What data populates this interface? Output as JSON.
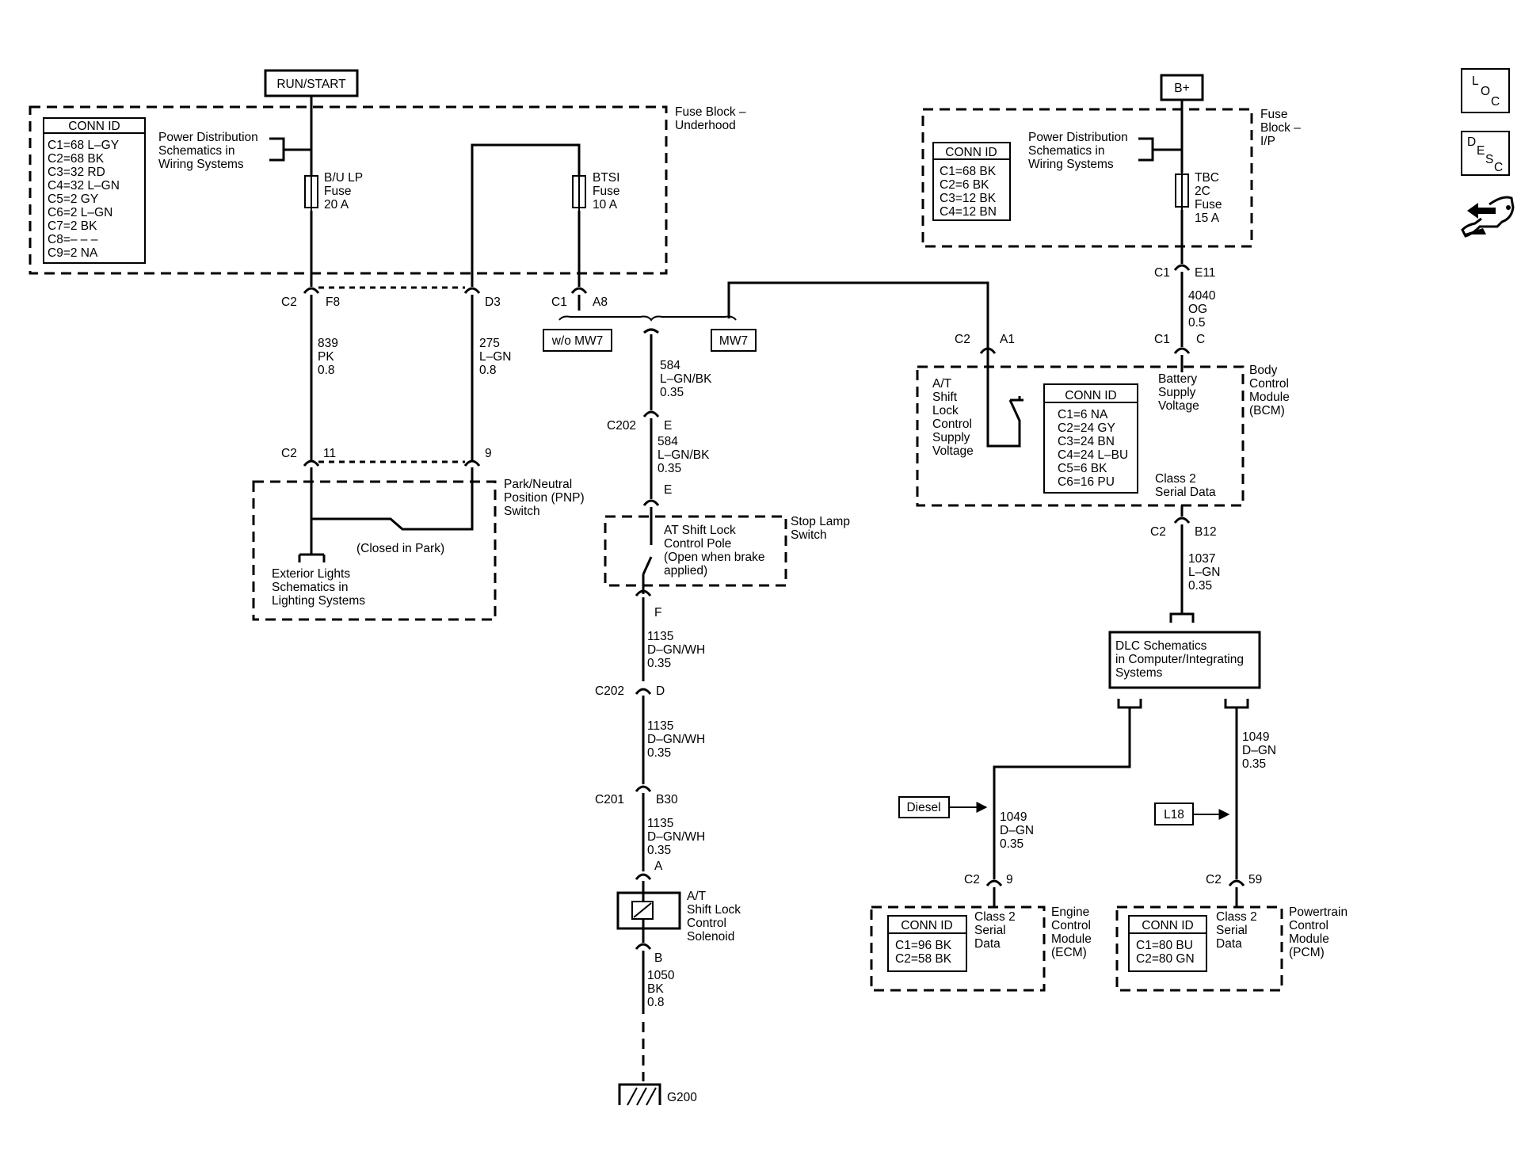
{
  "title": "",
  "sources": {
    "run_start": "RUN/START",
    "b_plus": "B+"
  },
  "fuse_block_underhood": {
    "label": [
      "Fuse Block –",
      "Underhood"
    ],
    "conn_title": "CONN ID",
    "conn": [
      "C1=68 L–GY",
      "C2=68 BK",
      "C3=32 RD",
      "C4=32 L–GN",
      "C5=2 GY",
      "C6=2 L–GN",
      "C7=2 BK",
      "C8=– – –",
      "C9=2 NA"
    ],
    "power_dist": [
      "Power Distribution",
      "Schematics in",
      "Wiring Systems"
    ],
    "fuse1": [
      "B/U LP",
      "Fuse",
      "20 A"
    ],
    "fuse2": [
      "BTSI",
      "Fuse",
      "10 A"
    ]
  },
  "fuse_block_ip": {
    "label": [
      "Fuse",
      "Block –",
      "I/P"
    ],
    "conn_title": "CONN ID",
    "conn": [
      "C1=68 BK",
      "C2=6 BK",
      "C3=12 BK",
      "C4=12 BN"
    ],
    "power_dist": [
      "Power Distribution",
      "Schematics in",
      "Wiring Systems"
    ],
    "fuse": [
      "TBC",
      "2C",
      "Fuse",
      "15 A"
    ]
  },
  "connectors": {
    "c2_f8": [
      "C2",
      "F8"
    ],
    "d3": "D3",
    "c1_a8": [
      "C1",
      "A8"
    ],
    "c2_11": [
      "C2",
      "11"
    ],
    "pin9": "9",
    "c202_e": [
      "C202",
      "E"
    ],
    "e": "E",
    "f": "F",
    "c202_d": [
      "C202",
      "D"
    ],
    "c201_b30": [
      "C201",
      "B30"
    ],
    "a": "A",
    "b": "B",
    "c1_e11": [
      "C1",
      "E11"
    ],
    "c1_c": [
      "C1",
      "C"
    ],
    "c2_a1": [
      "C2",
      "A1"
    ],
    "c2_b12": [
      "C2",
      "B12"
    ],
    "c2_9": [
      "C2",
      "9"
    ],
    "c2_59": [
      "C2",
      "59"
    ]
  },
  "wires": {
    "w839": [
      "839",
      "PK",
      "0.8"
    ],
    "w275": [
      "275",
      "L–GN",
      "0.8"
    ],
    "w584a": [
      "584",
      "L–GN/BK",
      "0.35"
    ],
    "w584b": [
      "584",
      "L–GN/BK",
      "0.35"
    ],
    "w1135a": [
      "1135",
      "D–GN/WH",
      "0.35"
    ],
    "w1135b": [
      "1135",
      "D–GN/WH",
      "0.35"
    ],
    "w1135c": [
      "1135",
      "D–GN/WH",
      "0.35"
    ],
    "w1050": [
      "1050",
      "BK",
      "0.8"
    ],
    "w4040": [
      "4040",
      "OG",
      "0.5"
    ],
    "w1037": [
      "1037",
      "L–GN",
      "0.35"
    ],
    "w1049a": [
      "1049",
      "D–GN",
      "0.35"
    ],
    "w1049b": [
      "1049",
      "D–GN",
      "0.35"
    ]
  },
  "options": {
    "wo_mw7": "w/o MW7",
    "mw7": "MW7",
    "diesel": "Diesel",
    "l18": "L18"
  },
  "pnp_switch": {
    "label": [
      "Park/Neutral",
      "Position (PNP)",
      "Switch"
    ],
    "closed": "(Closed in Park)",
    "exterior": [
      "Exterior Lights",
      "Schematics in",
      "Lighting Systems"
    ]
  },
  "stop_lamp": {
    "label": [
      "Stop Lamp",
      "Switch"
    ],
    "inner": [
      "AT Shift Lock",
      "Control Pole",
      "(Open when brake",
      "applied)"
    ]
  },
  "solenoid": [
    "A/T",
    "Shift Lock",
    "Control",
    "Solenoid"
  ],
  "ground": "G200",
  "bcm": {
    "label": [
      "Body",
      "Control",
      "Module",
      "(BCM)"
    ],
    "conn_title": "CONN ID",
    "conn": [
      "C1=6 NA",
      "C2=24 GY",
      "C3=24 BN",
      "C4=24 L–BU",
      "C5=6 BK",
      "C6=16 PU"
    ],
    "at_supply": [
      "A/T",
      "Shift",
      "Lock",
      "Control",
      "Supply",
      "Voltage"
    ],
    "battery": [
      "Battery",
      "Supply",
      "Voltage"
    ],
    "class2": [
      "Class 2",
      "Serial Data"
    ]
  },
  "dlc": [
    "DLC Schematics",
    "in Computer/Integrating",
    "Systems"
  ],
  "ecm": {
    "label": [
      "Engine",
      "Control",
      "Module",
      "(ECM)"
    ],
    "conn_title": "CONN ID",
    "conn": [
      "C1=96 BK",
      "C2=58 BK"
    ],
    "class2": [
      "Class 2",
      "Serial",
      "Data"
    ]
  },
  "pcm": {
    "label": [
      "Powertrain",
      "Control",
      "Module",
      "(PCM)"
    ],
    "conn_title": "CONN ID",
    "conn": [
      "C1=80 BU",
      "C2=80 GN"
    ],
    "class2": [
      "Class 2",
      "Serial",
      "Data"
    ]
  },
  "nav_icons": [
    "loc-icon",
    "desc-icon",
    "wrench-icon"
  ],
  "nav_icon_text": {
    "loc": [
      "L",
      "O",
      "C"
    ],
    "desc": [
      "D",
      "E",
      "S",
      "C"
    ]
  }
}
